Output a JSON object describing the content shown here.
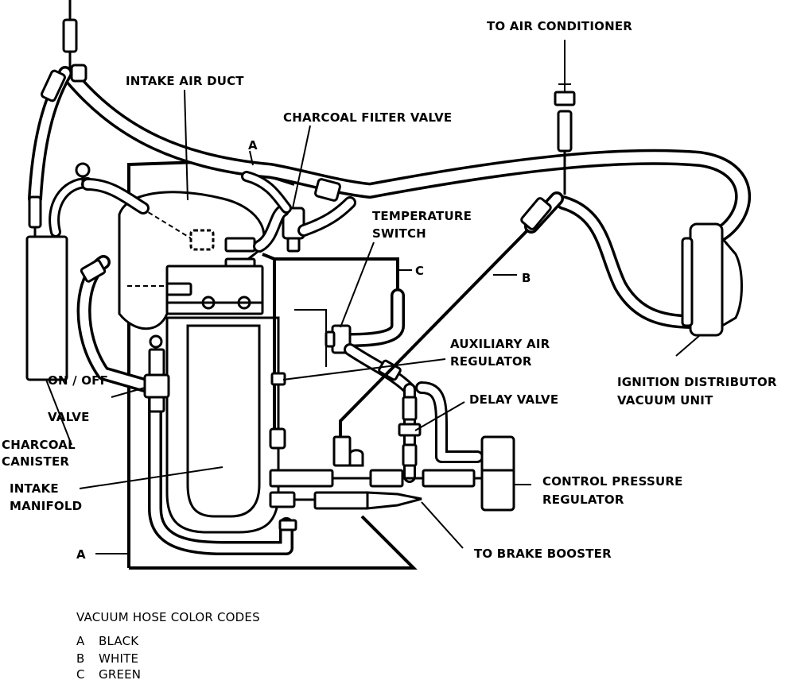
{
  "labels": {
    "to_air_conditioner": "TO AIR CONDITIONER",
    "intake_air_duct": "INTAKE AIR DUCT",
    "charcoal_filter_valve": "CHARCOAL FILTER VALVE",
    "hose_a_top": "A",
    "temperature_switch_1": "TEMPERATURE",
    "temperature_switch_2": "SWITCH",
    "hose_c": "C",
    "hose_b": "B",
    "auxiliary_air_regulator_1": "AUXILIARY AIR",
    "auxiliary_air_regulator_2": "REGULATOR",
    "ignition_distributor_1": "IGNITION DISTRIBUTOR",
    "ignition_distributor_2": "VACUUM UNIT",
    "on_off_valve_1": "ON / OFF",
    "on_off_valve_2": "VALVE",
    "delay_valve": "DELAY VALVE",
    "charcoal_canister_1": "CHARCOAL",
    "charcoal_canister_2": "CANISTER",
    "intake_manifold_1": "INTAKE",
    "intake_manifold_2": "MANIFOLD",
    "control_pressure_1": "CONTROL PRESSURE",
    "control_pressure_2": "REGULATOR",
    "hose_a_bottom": "A",
    "to_brake_booster": "TO BRAKE BOOSTER"
  },
  "legend": {
    "title": "VACUUM HOSE COLOR CODES",
    "items": [
      {
        "code": "A",
        "color": "BLACK"
      },
      {
        "code": "B",
        "color": "WHITE"
      },
      {
        "code": "C",
        "color": "GREEN"
      }
    ]
  },
  "colors": {
    "ink": "#000000",
    "paper": "#ffffff"
  }
}
